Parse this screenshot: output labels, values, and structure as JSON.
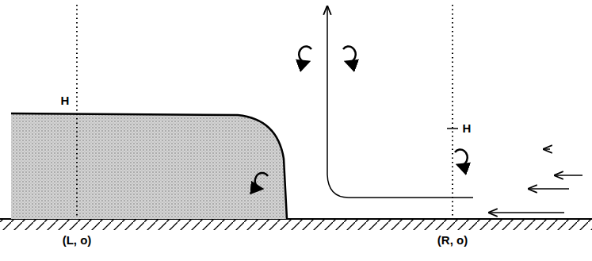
{
  "diagram": {
    "labels": [
      "H",
      "H",
      "(L, o)",
      "(R, o)"
    ]
  }
}
